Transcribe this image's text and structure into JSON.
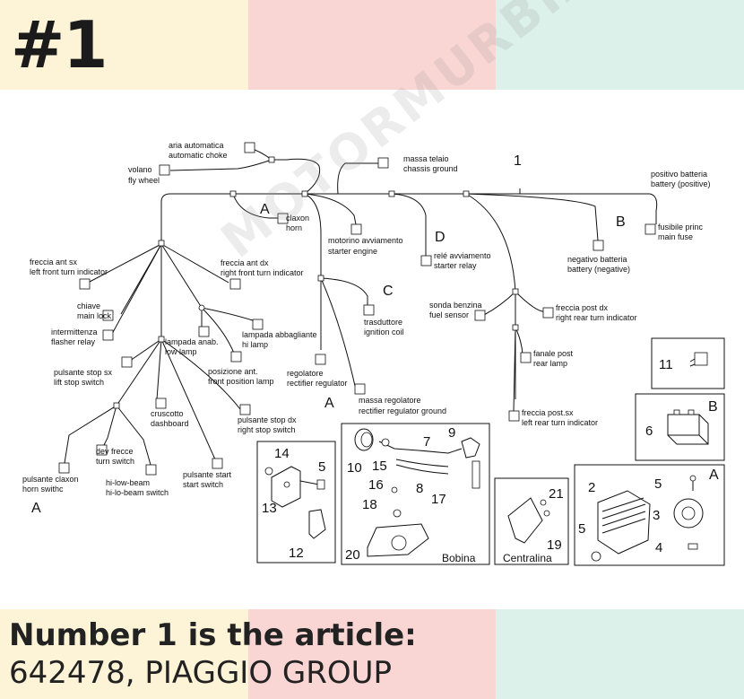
{
  "header": {
    "number": "#1"
  },
  "footer": {
    "line1": "Number 1 is the article:",
    "line2": "642478, PIAGGIO GROUP"
  },
  "watermark": "MOTORMURBIA",
  "colors": {
    "band_yellow": "#fdf3d6",
    "band_pink": "#f9d6d4",
    "band_green": "#dcf1ea"
  },
  "diagram": {
    "callouts": {
      "main": "1",
      "A": "A",
      "B": "B",
      "C": "C",
      "D": "D"
    },
    "labels": {
      "aria_it": "aria automatica",
      "aria_en": "automatic choke",
      "volano_it": "volano",
      "volano_en": "fly wheel",
      "massa_it": "massa telaio",
      "massa_en": "chassis ground",
      "positivo_it": "positivo batteria",
      "positivo_en": "battery (positive)",
      "fusibile_it": "fusibile princ",
      "fusibile_en": "main fuse",
      "claxon_it": "claxon",
      "claxon_en": "horn",
      "motorino_it": "motorino avviamento",
      "motorino_en": "starter engine",
      "rele_it": "relé avviamento",
      "rele_en": "starter relay",
      "negativo_it": "negativo batteria",
      "negativo_en": "battery (negative)",
      "freccia_ant_sx_it": "freccia ant sx",
      "freccia_ant_sx_en": "left front turn indicator",
      "freccia_ant_dx_it": "freccia ant dx",
      "freccia_ant_dx_en": "right front turn indicator",
      "chiave_it": "chiave",
      "chiave_en": "main lock",
      "intermittenza_it": "intermittenza",
      "intermittenza_en": "flasher relay",
      "abbagliante_it": "lampada abbagliante",
      "abbagliante_en": "hi lamp",
      "trasduttore_it": "trasduttore",
      "trasduttore_en": "ignition coil",
      "sonda_it": "sonda benzina",
      "sonda_en": "fuel sensor",
      "freccia_post_dx_it": "freccia post dx",
      "freccia_post_dx_en": "right rear turn indicator",
      "lampada_anab_it": "lampada anab.",
      "lampada_anab_en": "low lamp",
      "pulsante_stop_sx_it": "pulsante stop sx",
      "pulsante_stop_sx_en": "lift stop switch",
      "posizione_it": "posizione ant.",
      "posizione_en": "front position lamp",
      "regolatore_it": "regolatore",
      "regolatore_en": "rectifier regulator",
      "fanale_it": "fanale post",
      "fanale_en": "rear lamp",
      "massa_reg_it": "massa regolatore",
      "massa_reg_en": "rectifier regulator ground",
      "cruscotto_it": "cruscotto",
      "cruscotto_en": "dashboard",
      "pulsante_stop_dx_it": "pulsante stop dx",
      "pulsante_stop_dx_en": "right stop switch",
      "freccia_post_sx_it": "freccia post.sx",
      "freccia_post_sx_en": "left rear turn indicator",
      "dev_frecce_it": "dev frecce",
      "dev_frecce_en": "turn switch",
      "hilo_it": "hi-low-beam",
      "hilo_en": "hi-lo-beam switch",
      "claxon_sw_it": "pulsante claxon",
      "claxon_sw_en": "horn swithc",
      "start_it": "pulsante start",
      "start_en": "start switch"
    },
    "parts": {
      "n2": "2",
      "n3": "3",
      "n4": "4",
      "n5": "5",
      "n6": "6",
      "n7": "7",
      "n8": "8",
      "n9": "9",
      "n10": "10",
      "n11": "11",
      "n12": "12",
      "n13": "13",
      "n14": "14",
      "n15": "15",
      "n16": "16",
      "n17": "17",
      "n18": "18",
      "n19": "19",
      "n20": "20",
      "n21": "21",
      "bobina": "Bobina",
      "centralina": "Centralina"
    }
  }
}
